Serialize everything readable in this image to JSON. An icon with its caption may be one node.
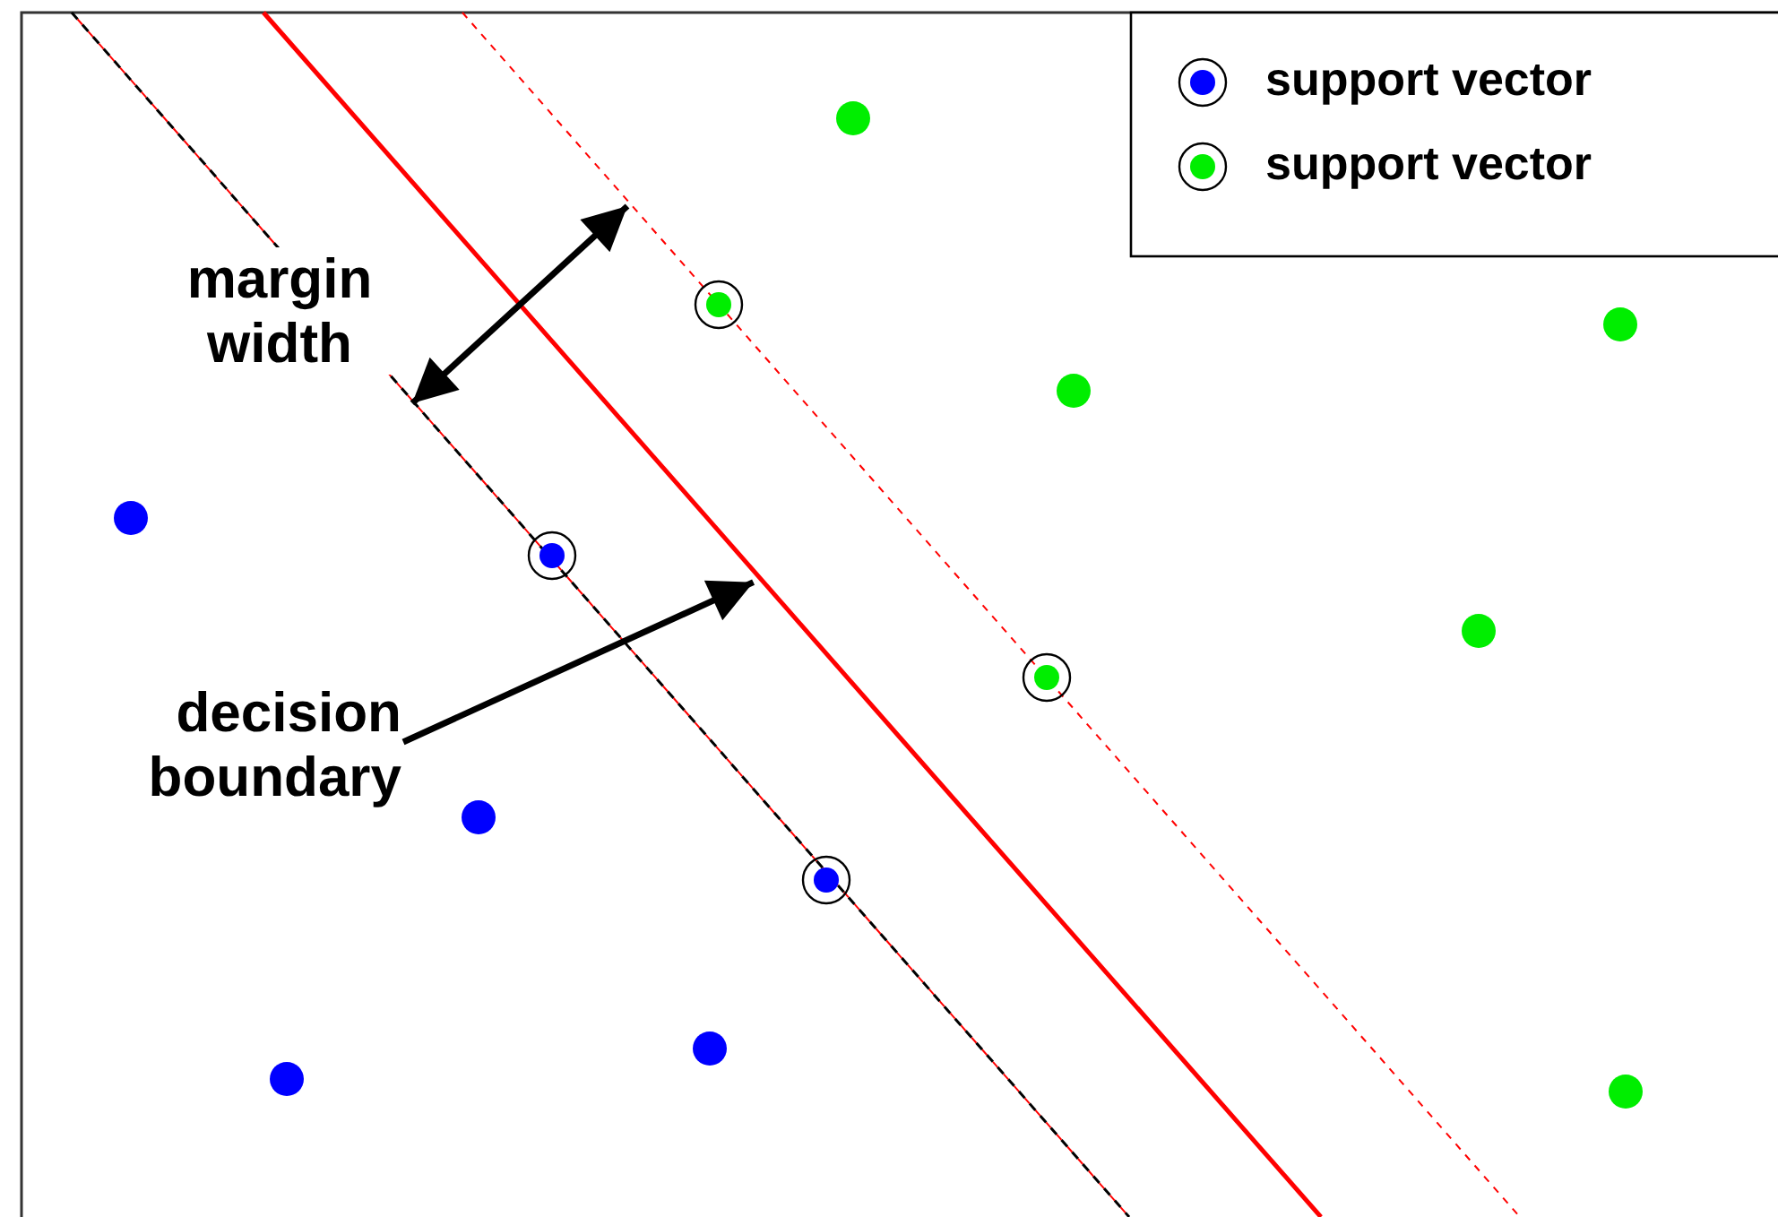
{
  "diagram": {
    "nodes": [
      {
        "text": [
          "decision boundary"
        ]
      },
      {
        "text": [],
        "shape": "line"
      }
    ],
    "edges": [
      {
        "from": 0,
        "to": 1,
        "arrow": "to"
      }
    ],
    "labels": [
      "margin width"
    ],
    "legend": [
      {
        "text": "support vector"
      },
      {
        "text": "support vector"
      }
    ]
  }
}
